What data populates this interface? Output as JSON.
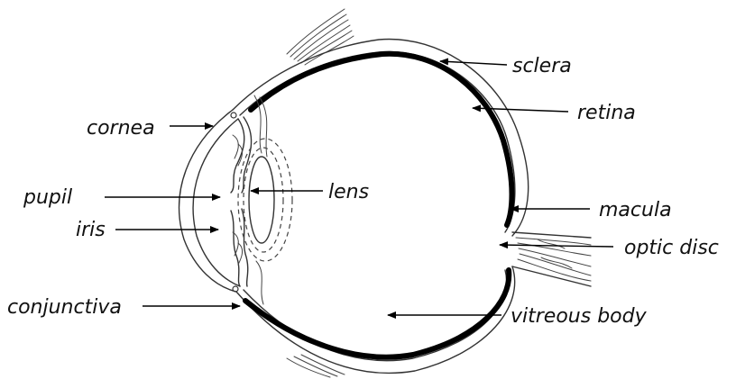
{
  "labels": {
    "sclera": "sclera",
    "retina": "retina",
    "cornea": "cornea",
    "lens": "lens",
    "pupil": "pupil",
    "iris": "iris",
    "macula": "macula",
    "optic_disc": "optic disc",
    "conjunctiva": "conjunctiva",
    "vitreous_body": "vitreous body"
  }
}
